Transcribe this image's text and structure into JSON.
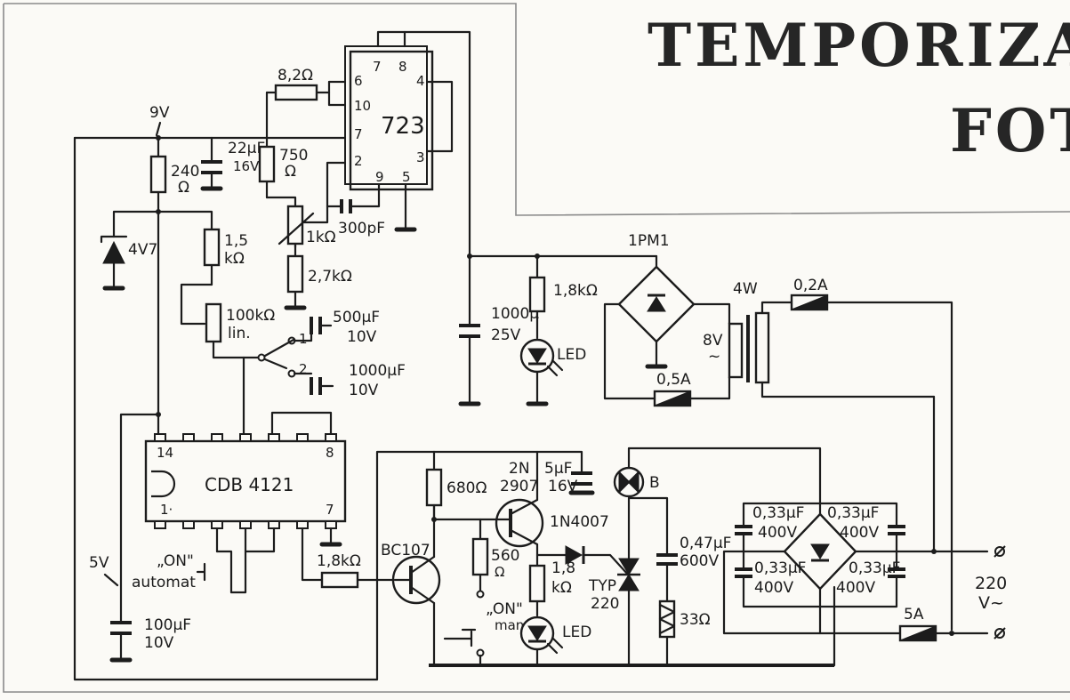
{
  "title": {
    "line1": "TEMPORIZATOR",
    "line2": "FOTO"
  },
  "labels": {
    "supply_9v": "9V",
    "ic_723": "723",
    "pin7": "7",
    "pin8": "8",
    "pin6": "6",
    "pin10": "10",
    "pin4": "4",
    "pin7b": "7",
    "pin2": "2",
    "pin3": "3",
    "pin9": "9",
    "pin5": "5",
    "r_8_2": "8,2Ω",
    "r_240": "240",
    "r_240_unit": "Ω",
    "c_22uf": "22μF",
    "c_22uf_v": "16V",
    "r_750": "750",
    "r_750_unit": "Ω",
    "pot_1k": "1kΩ",
    "c_300pf": "300pF",
    "r_2_7k": "2,7kΩ",
    "zener": "4V7",
    "r_1_5k": "1,5",
    "r_1_5k_unit": "kΩ",
    "pot_100k": "100kΩ",
    "pot_100k_lin": "lin.",
    "sw_pos1": "1",
    "sw_pos2": "2",
    "c_500uf": "500μF",
    "c_500uf_v": "10V",
    "c_1000uf_sw": "1000μF",
    "c_1000uf_sw_v": "10V",
    "bridge_name": "1PM1",
    "c_1000u": "1000μ",
    "c_1000u_v": "25V",
    "r_1_8k_led": "1,8kΩ",
    "led1": "LED",
    "fuse_05a": "0,5A",
    "tr_power": "4W",
    "fuse_02a": "0,2A",
    "tr_8v": "8V",
    "tr_ac": "~",
    "ic_cdb": "CDB 4121",
    "cdb_pin14": "14",
    "cdb_pin8": "8",
    "cdb_pin1": "1·",
    "cdb_pin7": "7",
    "on_auto_1": "„ON\"",
    "on_auto_2": "automat",
    "supply_5v": "5V",
    "c_100uf": "100μF",
    "c_100uf_v": "10V",
    "r_1_8k_base": "1,8kΩ",
    "bc107": "BC107",
    "r_680": "680Ω",
    "q_2n_1": "2N",
    "q_2n_2": "2907",
    "c_5uf": "5μF",
    "c_5uf_v": "16V",
    "d_1n4007": "1N4007",
    "r_560": "560",
    "r_560_unit": "Ω",
    "r_1_8k_man": "1,8",
    "r_1_8k_man_unit": "kΩ",
    "on_man_1": "„ON\"",
    "on_man_2": "man.",
    "led2": "LED",
    "typ_1": "TYP",
    "typ_2": "220",
    "bulb": "B",
    "c_047uf": "0,47μF",
    "c_047uf_v": "600V",
    "r_33": "33Ω",
    "c_033_tl": "0,33μF",
    "c_033_tl_v": "400V",
    "c_033_tr": "0,33μF",
    "c_033_tr_v": "400V",
    "c_033_bl": "0,33μF",
    "c_033_bl_v": "400V",
    "c_033_br": "0,33μF",
    "c_033_br_v": "400V",
    "fuse_5a": "5A",
    "mains_220": "220",
    "mains_v": "V~"
  }
}
